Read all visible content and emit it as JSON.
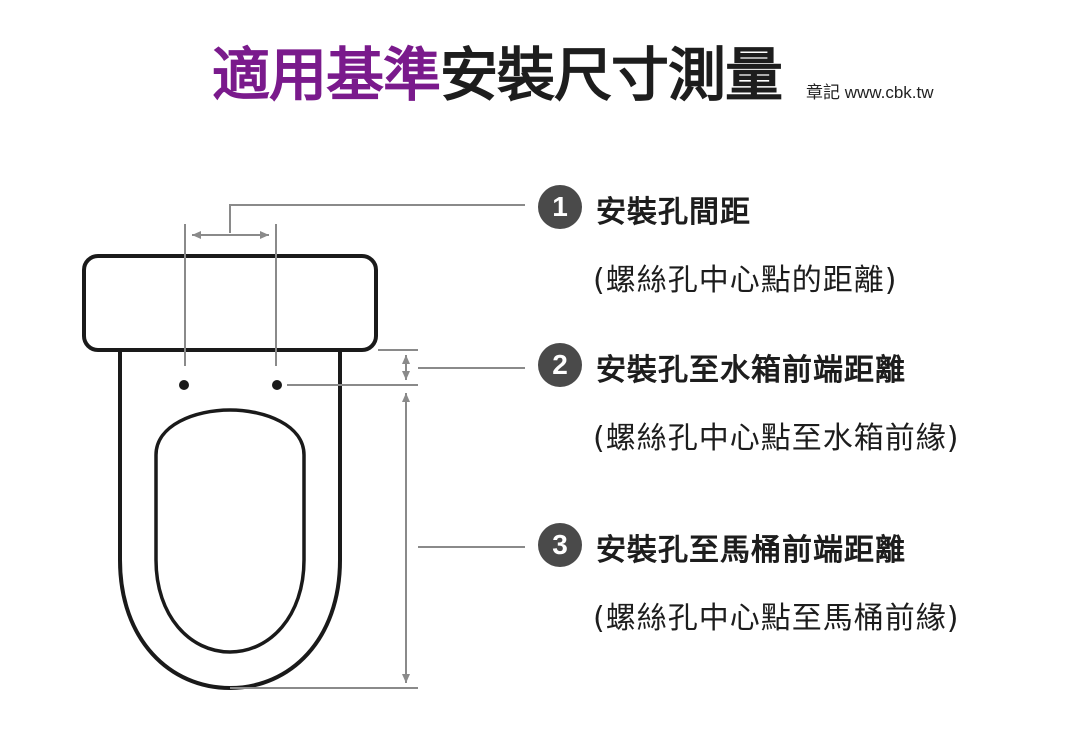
{
  "title": {
    "accent": "適用基準",
    "main": "安裝尺寸測量",
    "brand": "章記 www.cbk.tw"
  },
  "colors": {
    "accent": "#7a1a8c",
    "text": "#1d1d1d",
    "badge": "#4a4a4a",
    "outline": "#1a1a1a",
    "dimension_line": "#8a8a8a"
  },
  "measurements": [
    {
      "number": "1",
      "heading": "安裝孔間距",
      "detail": "(螺絲孔中心點的距離)"
    },
    {
      "number": "2",
      "heading": "安裝孔至水箱前端距離",
      "detail": "(螺絲孔中心點至水箱前緣)"
    },
    {
      "number": "3",
      "heading": "安裝孔至馬桶前端距離",
      "detail": "(螺絲孔中心點至馬桶前緣)"
    }
  ]
}
